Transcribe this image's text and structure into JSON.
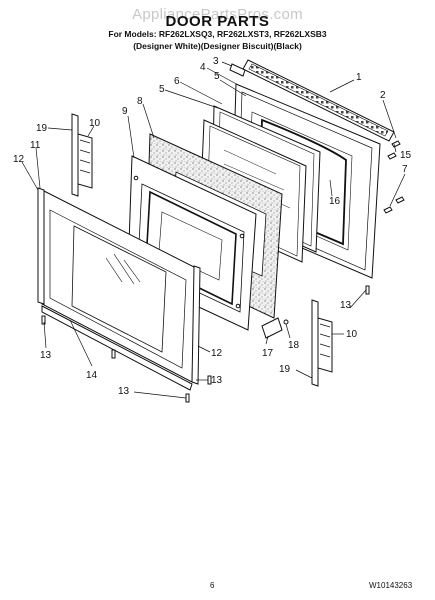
{
  "watermark": "AppliancePartsPros.com",
  "title": "DOOR PARTS",
  "models_line": "For Models: RF262LXSQ3, RF262LXST3, RF262LXSB3",
  "variants_line": "(Designer White)(Designer Biscuit)(Black)",
  "page_number": "6",
  "document_number": "W10143263",
  "callouts": {
    "c1": "1",
    "c2": "2",
    "c3": "3",
    "c4": "4",
    "c5a": "5",
    "c5b": "5",
    "c6": "6",
    "c7": "7",
    "c8": "8",
    "c9": "9",
    "c10a": "10",
    "c10b": "10",
    "c11": "11",
    "c12a": "12",
    "c12b": "12",
    "c13a": "13",
    "c13b": "13",
    "c13c": "13",
    "c13d": "13",
    "c14": "14",
    "c15": "15",
    "c16": "16",
    "c17": "17",
    "c18": "18",
    "c19a": "19",
    "c19b": "19"
  }
}
